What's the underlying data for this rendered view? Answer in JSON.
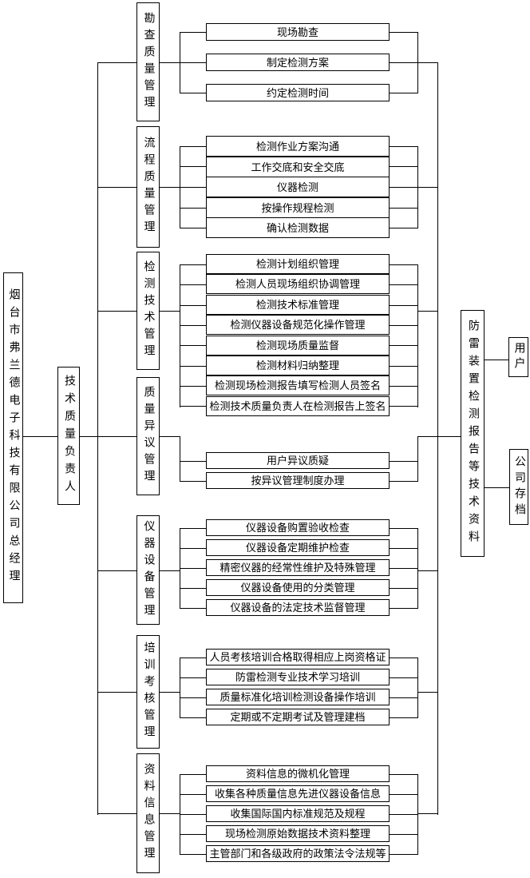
{
  "root": {
    "label": "烟台市弗兰德电子科技有限公司总经理"
  },
  "manager": {
    "label": "技术质量负责人"
  },
  "sections": [
    {
      "label": "勘查质量管理",
      "items": [
        "现场勘查",
        "制定检测方案",
        "约定检测时间"
      ]
    },
    {
      "label": "流程质量管理",
      "items": [
        "检测作业方案沟通",
        "工作交底和安全交底",
        "仪器检测",
        "按操作规程检测",
        "确认检测数据"
      ]
    },
    {
      "label": "检测技术管理",
      "items": [
        "检测计划组织管理",
        "检测人员现场组织协调管理",
        "检测技术标准管理",
        "检测仪器设备规范化操作管理",
        "检测现场质量监督",
        "检测材料归纳整理",
        "检测现场检测报告填写检测人员签名",
        "检测技术质量负责人在检测报告上签名"
      ]
    },
    {
      "label": "质量异议管理",
      "items": [
        "用户异议质疑",
        "按异议管理制度办理"
      ]
    },
    {
      "label": "仪器设备管理",
      "items": [
        "仪器设备购置验收检查",
        "仪器设备定期维护检查",
        "精密仪器的经常性维护及特殊管理",
        "仪器设备使用的分类管理",
        "仪器设备的法定技术监督管理"
      ]
    },
    {
      "label": "培训考核管理",
      "items": [
        "人员考核培训合格取得相应上岗资格证",
        "防雷检测专业技术学习培训",
        "质量标准化培训检测设备操作培训",
        "定期或不定期考试及管理建档"
      ]
    },
    {
      "label": "资料信息管理",
      "items": [
        "资料信息的微机化管理",
        "收集各种质量信息先进仪器设备信息",
        "收集国际国内标准规范及规程",
        "现场检测原始数据技术资料整理",
        "主管部门和各级政府的政策法令法规等"
      ]
    }
  ],
  "output": {
    "label": "防雷装置检测报告等技术资料"
  },
  "destinations": [
    {
      "label": "用户"
    },
    {
      "label": "公司存档"
    }
  ],
  "colors": {
    "line": "#000000",
    "background": "#ffffff",
    "text": "#000000"
  }
}
